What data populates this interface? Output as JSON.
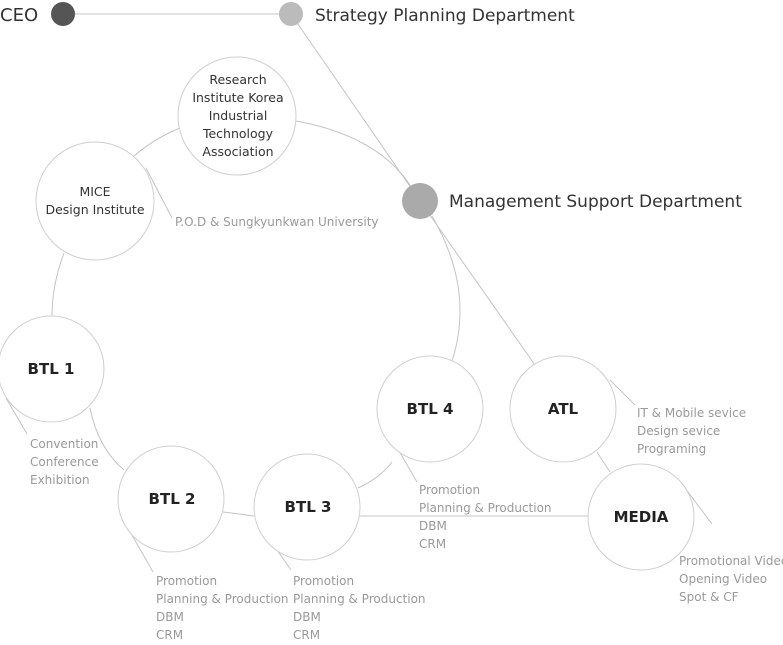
{
  "top": {
    "ceo": "CEO",
    "strategy": "Strategy Planning Department",
    "management": "Management Support Department"
  },
  "nodes": {
    "research": [
      "Research",
      "Institute Korea",
      "Industrial",
      "Technology",
      "Association"
    ],
    "mice": [
      "MICE",
      "Design Institute"
    ],
    "btl1": "BTL 1",
    "btl2": "BTL 2",
    "btl3": "BTL 3",
    "btl4": "BTL 4",
    "atl": "ATL",
    "media": "MEDIA"
  },
  "notes": {
    "mice": "P.O.D & Sungkyunkwan University",
    "btl1": [
      "Convention",
      "Conference",
      "Exhibition"
    ],
    "btl2": [
      "Promotion",
      "Planning & Production",
      "DBM",
      "CRM"
    ],
    "btl3": [
      "Promotion",
      "Planning & Production",
      "DBM",
      "CRM"
    ],
    "btl4": [
      "Promotion",
      "Planning & Production",
      "DBM",
      "CRM"
    ],
    "atl": [
      "IT & Mobile sevice",
      "Design sevice",
      "Programing"
    ],
    "media": [
      "Promotional Video",
      "Opening Video",
      "Spot & CF"
    ]
  },
  "colors": {
    "line": "#c4c4c4",
    "circle_stroke": "#cfcfcf",
    "ceo_dot": "#555555",
    "strategy_dot": "#bbbbbb",
    "management_dot": "#aaaaaa",
    "gray_text": "#9a9a9a",
    "dark_text": "#333333"
  }
}
